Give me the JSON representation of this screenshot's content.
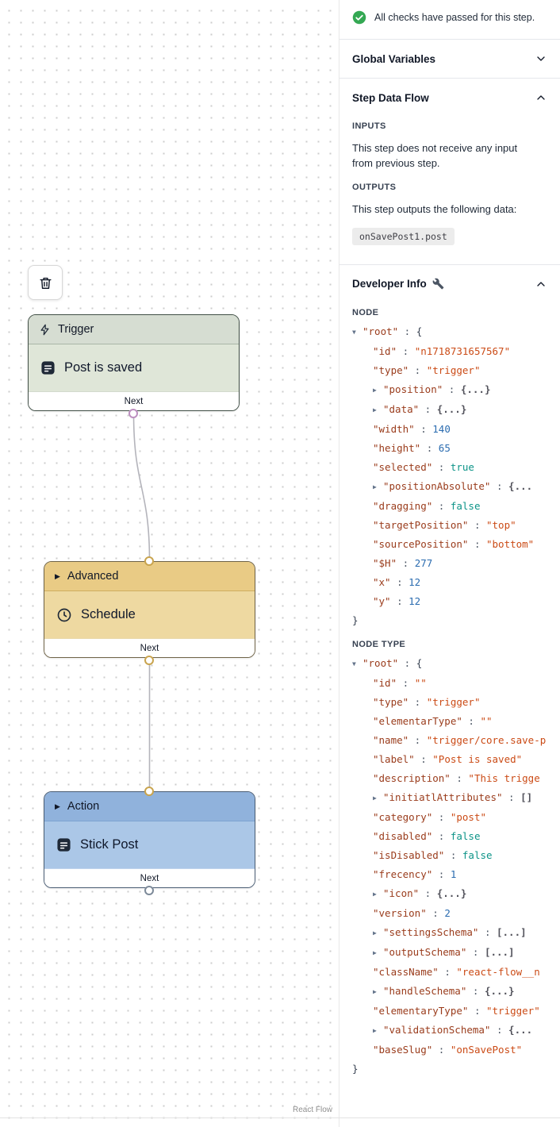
{
  "colors": {
    "success_green": "#34a853",
    "trigger_node": "#dfe6d8",
    "advanced_node": "#eed9a1",
    "action_node": "#abc7e7",
    "json_key": "#9a3c1c",
    "json_string": "#cb4b16",
    "json_number": "#2b6cb0",
    "json_bool": "#0d9488"
  },
  "canvas": {
    "attribution": "React Flow",
    "nodes": {
      "trigger": {
        "header": "Trigger",
        "body": "Post is saved",
        "footer": "Next"
      },
      "advanced": {
        "header": "Advanced",
        "body": "Schedule",
        "footer": "Next"
      },
      "action": {
        "header": "Action",
        "body": "Stick Post",
        "footer": "Next"
      }
    }
  },
  "panel": {
    "checks_message": "All checks have passed for this step.",
    "global_variables": {
      "title": "Global Variables"
    },
    "step_data_flow": {
      "title": "Step Data Flow",
      "inputs_label": "INPUTS",
      "inputs_text": "This step does not receive any input from previous step.",
      "outputs_label": "OUTPUTS",
      "outputs_text": "This step outputs the following data:",
      "output_chip": "onSavePost1.post"
    },
    "developer_info": {
      "title": "Developer Info",
      "node_label": "NODE",
      "node_type_label": "NODE TYPE",
      "node_json": [
        {
          "indent": 0,
          "arrow": "down",
          "key": "root",
          "value": "{",
          "vtype": "brace"
        },
        {
          "indent": 1,
          "key": "id",
          "value": "n1718731657567",
          "vtype": "string"
        },
        {
          "indent": 1,
          "key": "type",
          "value": "trigger",
          "vtype": "string"
        },
        {
          "indent": 1,
          "arrow": "right",
          "key": "position",
          "value": "{...}",
          "vtype": "collapsed"
        },
        {
          "indent": 1,
          "arrow": "right",
          "key": "data",
          "value": "{...}",
          "vtype": "collapsed"
        },
        {
          "indent": 1,
          "key": "width",
          "value": "140",
          "vtype": "number"
        },
        {
          "indent": 1,
          "key": "height",
          "value": "65",
          "vtype": "number"
        },
        {
          "indent": 1,
          "key": "selected",
          "value": "true",
          "vtype": "bool"
        },
        {
          "indent": 1,
          "arrow": "right",
          "key": "positionAbsolute",
          "value": "{...",
          "vtype": "collapsed"
        },
        {
          "indent": 1,
          "key": "dragging",
          "value": "false",
          "vtype": "bool"
        },
        {
          "indent": 1,
          "key": "targetPosition",
          "value": "top",
          "vtype": "string"
        },
        {
          "indent": 1,
          "key": "sourcePosition",
          "value": "bottom",
          "vtype": "string"
        },
        {
          "indent": 1,
          "key": "$H",
          "value": "277",
          "vtype": "number"
        },
        {
          "indent": 1,
          "key": "x",
          "value": "12",
          "vtype": "number"
        },
        {
          "indent": 1,
          "key": "y",
          "value": "12",
          "vtype": "number"
        },
        {
          "indent": 0,
          "value": "}",
          "vtype": "brace"
        }
      ],
      "node_type_json": [
        {
          "indent": 0,
          "arrow": "down",
          "key": "root",
          "value": "{",
          "vtype": "brace"
        },
        {
          "indent": 1,
          "key": "id",
          "value": "",
          "vtype": "string"
        },
        {
          "indent": 1,
          "key": "type",
          "value": "trigger",
          "vtype": "string"
        },
        {
          "indent": 1,
          "key": "elementarType",
          "value": "",
          "vtype": "string"
        },
        {
          "indent": 1,
          "key": "name",
          "value": "trigger/core.save-p",
          "vtype": "string_open"
        },
        {
          "indent": 1,
          "key": "label",
          "value": "Post is saved",
          "vtype": "string"
        },
        {
          "indent": 1,
          "key": "description",
          "value": "This trigge",
          "vtype": "string_open"
        },
        {
          "indent": 1,
          "arrow": "right",
          "key": "initiatlAttributes",
          "value": "[]",
          "vtype": "collapsed"
        },
        {
          "indent": 1,
          "key": "category",
          "value": "post",
          "vtype": "string"
        },
        {
          "indent": 1,
          "key": "disabled",
          "value": "false",
          "vtype": "bool"
        },
        {
          "indent": 1,
          "key": "isDisabled",
          "value": "false",
          "vtype": "bool"
        },
        {
          "indent": 1,
          "key": "frecency",
          "value": "1",
          "vtype": "number"
        },
        {
          "indent": 1,
          "arrow": "right",
          "key": "icon",
          "value": "{...}",
          "vtype": "collapsed"
        },
        {
          "indent": 1,
          "key": "version",
          "value": "2",
          "vtype": "number"
        },
        {
          "indent": 1,
          "arrow": "right",
          "key": "settingsSchema",
          "value": "[...]",
          "vtype": "collapsed"
        },
        {
          "indent": 1,
          "arrow": "right",
          "key": "outputSchema",
          "value": "[...]",
          "vtype": "collapsed"
        },
        {
          "indent": 1,
          "key": "className",
          "value": "react-flow__n",
          "vtype": "string_open"
        },
        {
          "indent": 1,
          "arrow": "right",
          "key": "handleSchema",
          "value": "{...}",
          "vtype": "collapsed"
        },
        {
          "indent": 1,
          "key": "elementaryType",
          "value": "trigger",
          "vtype": "string"
        },
        {
          "indent": 1,
          "arrow": "right",
          "key": "validationSchema",
          "value": "{...",
          "vtype": "collapsed"
        },
        {
          "indent": 1,
          "key": "baseSlug",
          "value": "onSavePost",
          "vtype": "string"
        },
        {
          "indent": 0,
          "value": "}",
          "vtype": "brace"
        }
      ]
    }
  }
}
